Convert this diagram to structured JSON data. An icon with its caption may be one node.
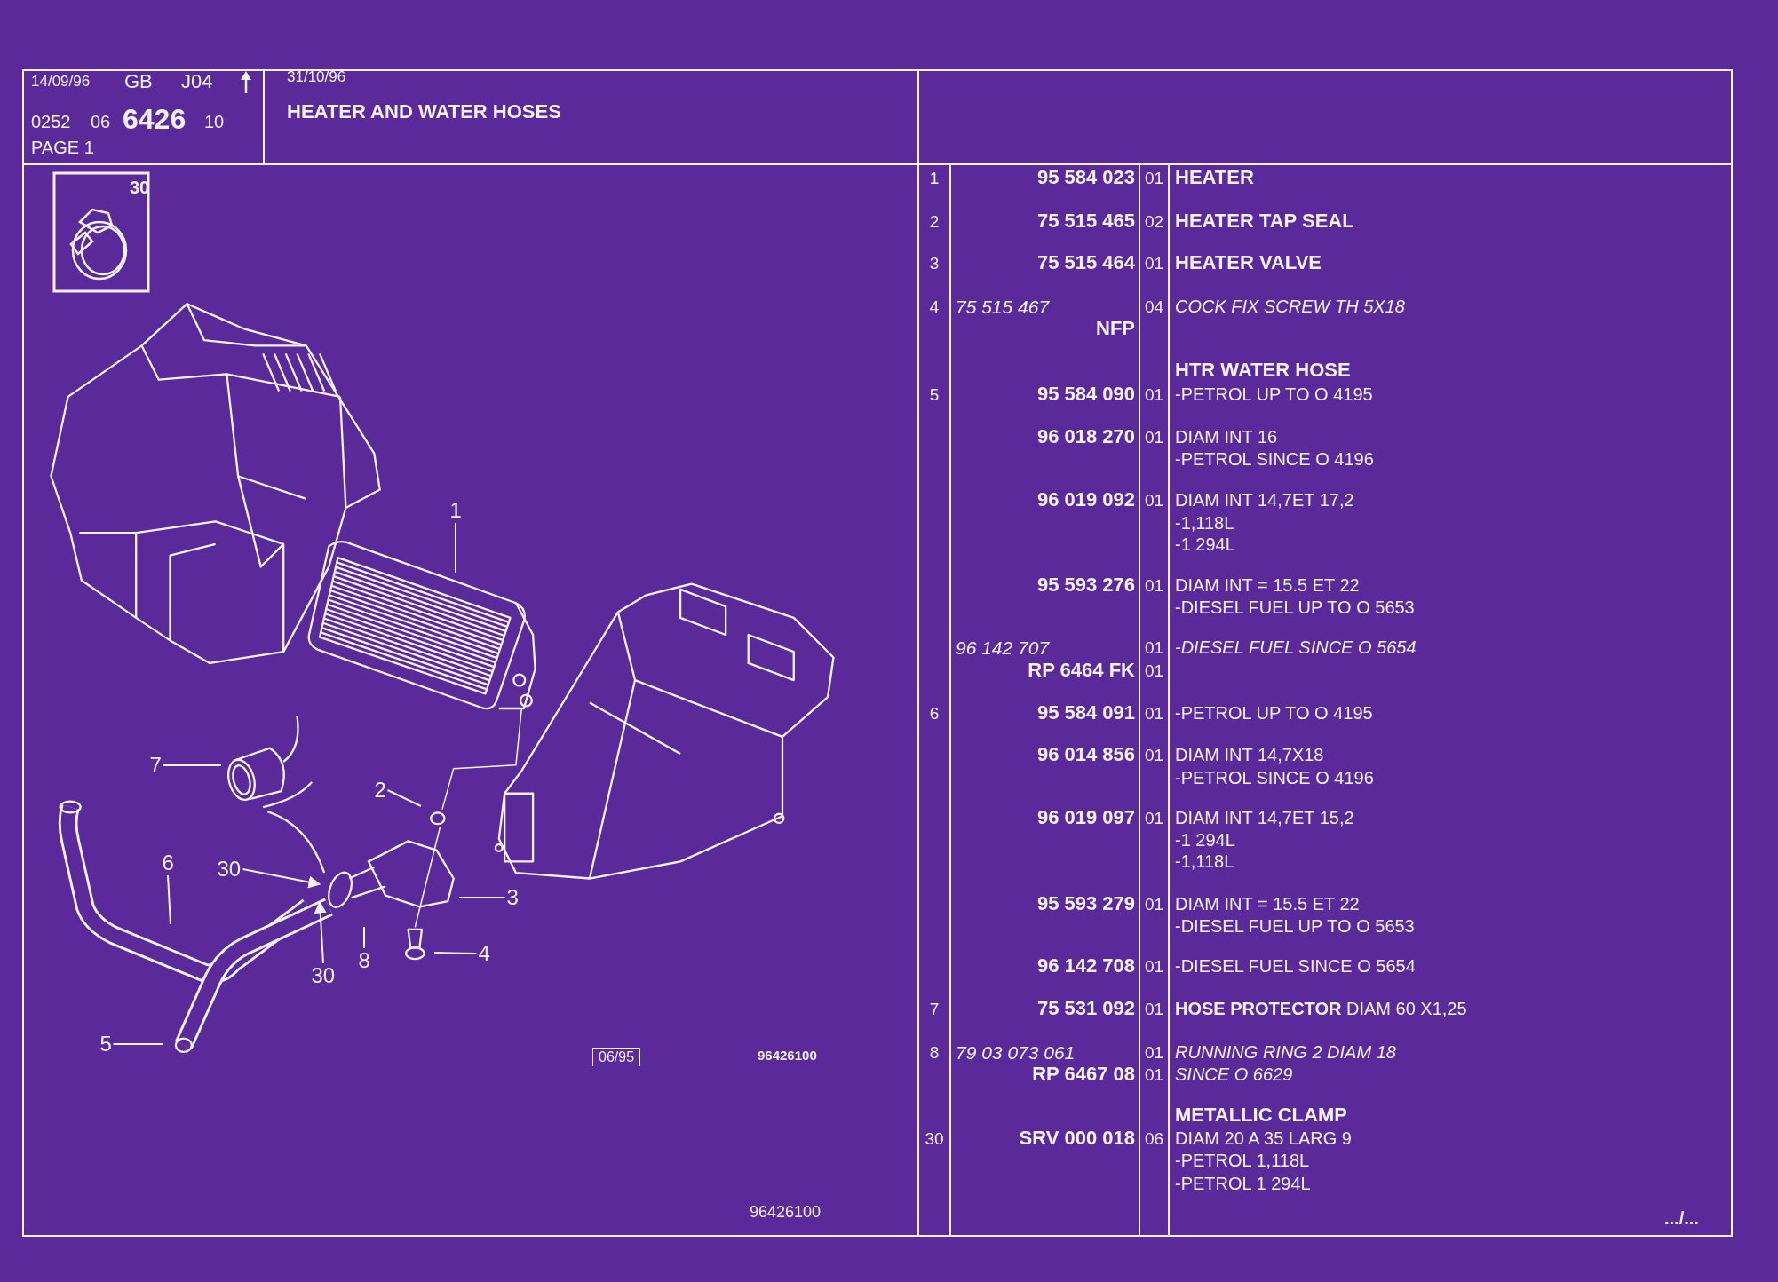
{
  "diagram": {
    "title": "HEATER AND WATER HOSES",
    "nodes": [
      {
        "text": [
          "1"
        ]
      },
      {
        "text": [
          "7"
        ]
      },
      {
        "text": [
          "2"
        ]
      },
      {
        "text": [
          "6"
        ]
      },
      {
        "text": [
          "30"
        ]
      },
      {
        "text": [
          "3"
        ]
      },
      {
        "text": [
          "8"
        ]
      },
      {
        "text": [
          "30"
        ]
      },
      {
        "text": [
          "4"
        ]
      },
      {
        "text": [
          "5"
        ]
      }
    ],
    "edges": [
      {
        "from": 0,
        "to": null,
        "arrow": "none"
      },
      {
        "from": 1,
        "to": null,
        "arrow": "none"
      },
      {
        "from": 2,
        "to": null,
        "arrow": "none"
      },
      {
        "from": 3,
        "to": null,
        "arrow": "none"
      },
      {
        "from": 4,
        "to": null,
        "arrow": "to"
      },
      {
        "from": 5,
        "to": null,
        "arrow": "none"
      },
      {
        "from": 6,
        "to": null,
        "arrow": "none"
      },
      {
        "from": 7,
        "to": null,
        "arrow": "to"
      },
      {
        "from": 8,
        "to": null,
        "arrow": "none"
      },
      {
        "from": 9,
        "to": null,
        "arrow": "none"
      }
    ],
    "labels": [
      "14/09/96",
      "GB",
      "J04",
      "0252",
      "06",
      "6426",
      "10",
      "PAGE 1",
      "31/10/96",
      "30",
      "1",
      "95 584 023",
      "01",
      "HEATER",
      "2",
      "75 515 465",
      "02",
      "HEATER TAP SEAL",
      "3",
      "75 515 464",
      "01",
      "HEATER VALVE",
      "4",
      "75 515 467",
      "04",
      "COCK FIX SCREW TH 5X18",
      "NFP",
      "HTR WATER HOSE",
      "5",
      "95 584 090",
      "01",
      "-PETROL UP TO O 4195",
      "96 018 270",
      "01",
      "DIAM INT 16",
      "-PETROL SINCE O 4196",
      "96 019 092",
      "01",
      "DIAM INT 14,7ET 17,2",
      "-1,118L",
      "-1 294L",
      "95 593 276",
      "01",
      "DIAM INT = 15.5 ET 22",
      "-DIESEL FUEL UP TO O 5653",
      "96 142 707",
      "01",
      "-DIESEL FUEL SINCE O 5654",
      "RP 6464 FK",
      "01",
      "6",
      "95 584 091",
      "01",
      "-PETROL UP TO O 4195",
      "96 014 856",
      "01",
      "DIAM INT 14,7X18",
      "-PETROL SINCE O 4196",
      "96 019 097",
      "01",
      "DIAM INT 14,7ET 15,2",
      "-1 294L",
      "-1,118L",
      "95 593 279",
      "01",
      "DIAM INT = 15.5 ET 22",
      "-DIESEL FUEL UP TO O 5653",
      "96 142 708",
      "01",
      "-DIESEL FUEL SINCE O 5654",
      "7",
      "75 531 092",
      "01",
      "**HOSE PROTECTOR** DIAM 60 X1,25",
      "8",
      "79 03 073 061",
      "01",
      "RUNNING RING 2 DIAM 18",
      "RP 6467 08",
      "01",
      "SINCE O 6629",
      "METALLIC CLAMP",
      "30",
      "SRV 000 018",
      "06",
      "DIAM 20 A 35 LARG 9",
      "-PETROL 1,118L",
      "-PETROL 1 294L",
      "06/95",
      "96426100",
      "96426100",
      ".../..."
    ]
  }
}
